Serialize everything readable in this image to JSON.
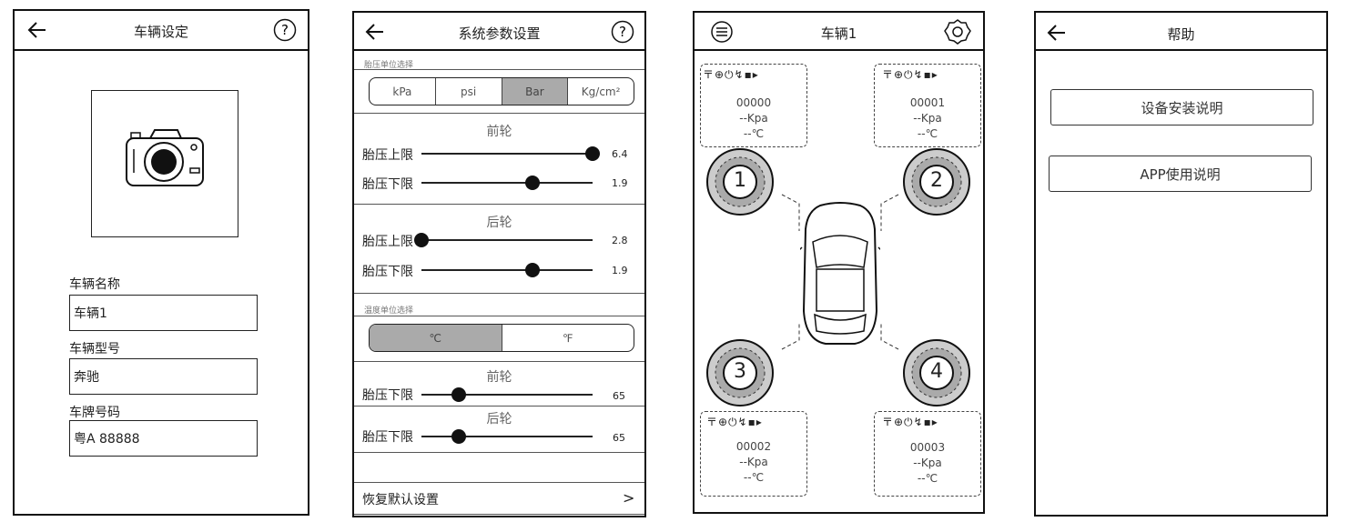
{
  "screen1": {
    "title": "车辆设定",
    "fields": [
      {
        "label": "车辆名称",
        "value": "车辆1"
      },
      {
        "label": "车辆型号",
        "value": "奔驰"
      },
      {
        "label": "车牌号码",
        "value": "粤A 88888"
      }
    ]
  },
  "screen2": {
    "title": "系统参数设置",
    "pressure_unit_label": "胎压单位选择",
    "pressure_units": [
      "kPa",
      "psi",
      "Bar",
      "Kg/cm²"
    ],
    "pressure_unit_selected": "Bar",
    "front_label": "前轮",
    "rear_label": "后轮",
    "front": {
      "upper": {
        "label": "胎压上限",
        "value": "6.4",
        "fraction": 1.0
      },
      "lower": {
        "label": "胎压下限",
        "value": "1.9",
        "fraction": 0.65
      }
    },
    "rear": {
      "upper": {
        "label": "胎压上限",
        "value": "2.8",
        "fraction": 0.0
      },
      "lower": {
        "label": "胎压下限",
        "value": "1.9",
        "fraction": 0.65
      }
    },
    "temp_unit_label": "温度单位选择",
    "temp_units": [
      "℃",
      "℉"
    ],
    "temp_unit_selected": "℃",
    "temp_front": {
      "label": "胎压下限",
      "value": "65",
      "fraction": 0.22
    },
    "temp_rear": {
      "label": "胎压下限",
      "value": "65",
      "fraction": 0.22
    },
    "reset_label": "恢复默认设置",
    "reset_arrow": ">"
  },
  "screen3": {
    "title": "车辆1",
    "status_icons": "〒⊕⏻↯▪▸",
    "tires": [
      {
        "number": "1",
        "id": "00000",
        "pressure": "--Kpa",
        "temp": "--℃"
      },
      {
        "number": "2",
        "id": "00001",
        "pressure": "--Kpa",
        "temp": "--℃"
      },
      {
        "number": "3",
        "id": "00002",
        "pressure": "--Kpa",
        "temp": "--℃"
      },
      {
        "number": "4",
        "id": "00003",
        "pressure": "--Kpa",
        "temp": "--℃"
      }
    ]
  },
  "screen4": {
    "title": "帮助",
    "buttons": [
      "设备安装说明",
      "APP使用说明"
    ]
  },
  "icons": {
    "back": "back-arrow-icon",
    "help": "question-circle-icon",
    "menu": "menu-icon",
    "settings": "gear-icon",
    "camera": "camera-icon"
  }
}
